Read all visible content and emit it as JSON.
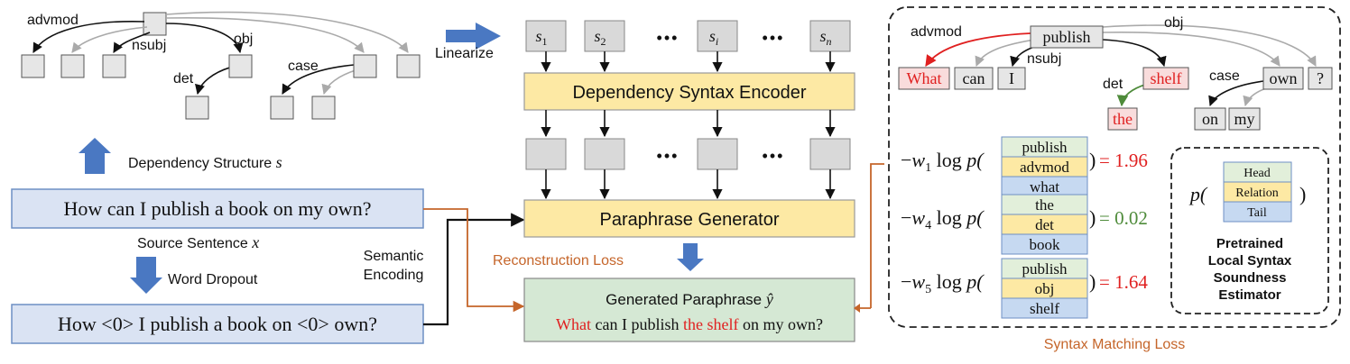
{
  "colors": {
    "yellow": "#fde9a4",
    "blue_box": "#dae3f3",
    "blue_border": "#6d8fc4",
    "green_box": "#d5e8d4",
    "gray_node": "#e6e6e6",
    "orange": "#c5652a",
    "red": "#e02020",
    "green_text": "#4e8b3a",
    "arrow_blue": "#4a78c2"
  },
  "left_tree": {
    "labels": {
      "advmod": "advmod",
      "nsubj": "nsubj",
      "obj": "obj",
      "det": "det",
      "case": "case"
    }
  },
  "arrows": {
    "linearize": "Linearize",
    "dependency_structure": "Dependency Structure",
    "dependency_structure_var": "s",
    "word_dropout": "Word Dropout"
  },
  "sentences": {
    "source": "How can I publish  a book on my own?",
    "source_label": "Source Sentence",
    "source_var": "x",
    "dropped": "How <0> I publish a book on <0> own?"
  },
  "semantic_encoding": {
    "line1": "Semantic",
    "line2": "Encoding"
  },
  "tokens": {
    "s1": {
      "base": "s",
      "sub": "1"
    },
    "s2": {
      "base": "s",
      "sub": "2"
    },
    "si": {
      "base": "s",
      "sub": "i"
    },
    "sn": {
      "base": "s",
      "sub": "n"
    },
    "dots": "•••"
  },
  "encoder": {
    "label": "Dependency Syntax Encoder"
  },
  "generator": {
    "label": "Paraphrase Generator"
  },
  "reconstruction_loss": "Reconstruction Loss",
  "output": {
    "title": "Generated Paraphrase",
    "title_var": "ŷ",
    "w1": "What",
    "w2": "can I publish",
    "w3": "the shelf",
    "w4": "on my own?"
  },
  "right_tree": {
    "root": "publish",
    "labels": {
      "advmod": "advmod",
      "nsubj": "nsubj",
      "obj": "obj",
      "det": "det",
      "case": "case"
    },
    "words": {
      "what": "What",
      "can": "can",
      "i": "I",
      "shelf": "shelf",
      "own": "own",
      "q": "?",
      "the": "the",
      "on": "on",
      "my": "my"
    }
  },
  "loss_terms": [
    {
      "w": "w",
      "sub": "1",
      "head": "publish",
      "rel": "advmod",
      "tail": "what",
      "value": "= 1.96",
      "value_color": "#e02020"
    },
    {
      "w": "w",
      "sub": "4",
      "head": "the",
      "rel": "det",
      "tail": "book",
      "value": "= 0.02",
      "value_color": "#4e8b3a"
    },
    {
      "w": "w",
      "sub": "5",
      "head": "publish",
      "rel": "obj",
      "tail": "shelf",
      "value": "= 1.64",
      "value_color": "#e02020"
    }
  ],
  "loss_prefix": {
    "minus": "−",
    "log": "log",
    "p": "p(",
    "close": ")"
  },
  "estimator": {
    "p": "p(",
    "close": ")",
    "head": "Head",
    "relation": "Relation",
    "tail": "Tail",
    "line1": "Pretrained",
    "line2": "Local Syntax",
    "line3": "Soundness",
    "line4": "Estimator"
  },
  "syntax_matching_loss": "Syntax Matching Loss"
}
